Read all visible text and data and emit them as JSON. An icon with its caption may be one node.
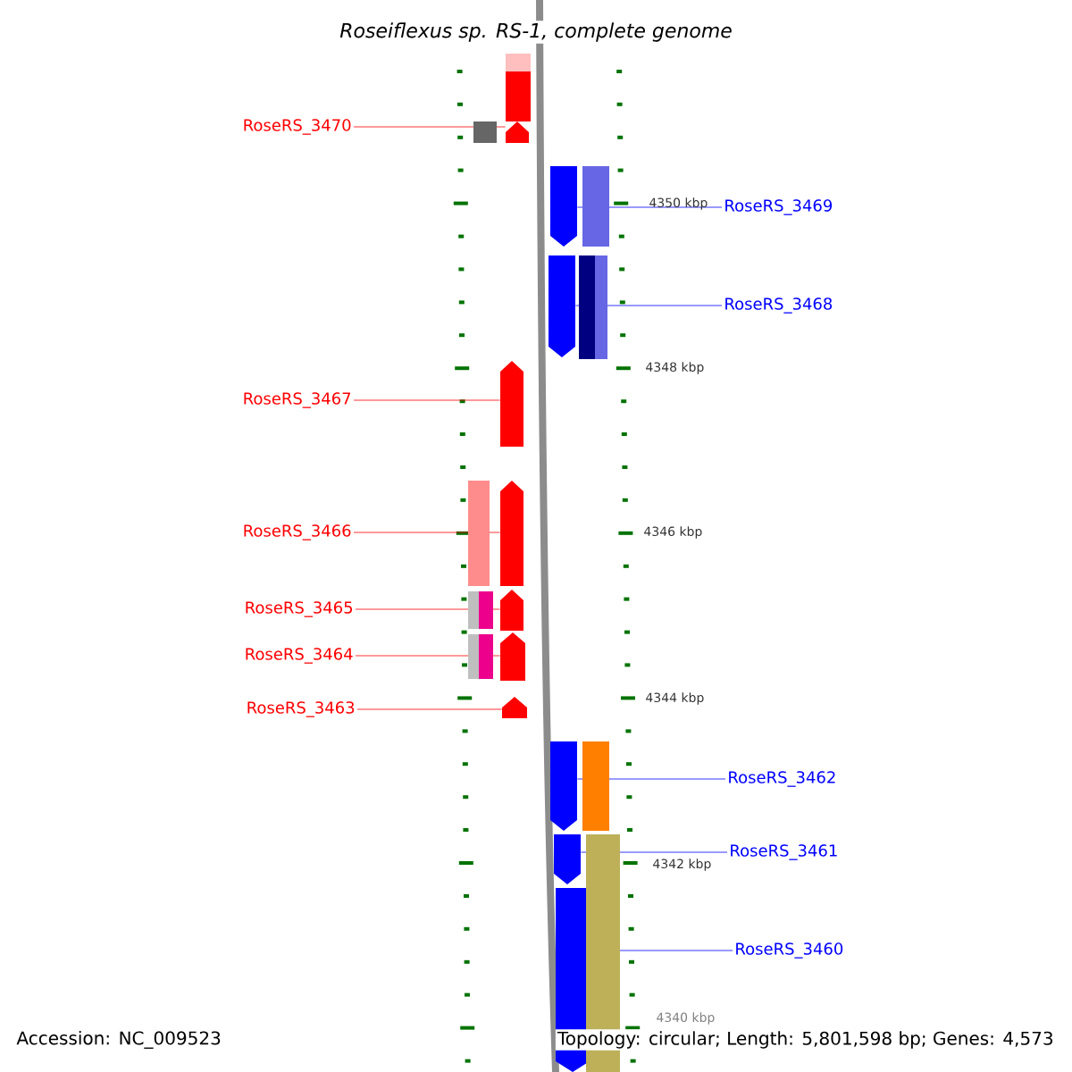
{
  "diagram": {
    "title": "Roseiflexus sp. RS-1, complete genome",
    "nodes": [
      {
        "text": [
          "RoseRS_3470"
        ]
      },
      {
        "text": [],
        "shape": "bar"
      },
      {
        "text": [],
        "shape": "bar"
      },
      {
        "text": [
          "RoseRS_3469"
        ]
      },
      {
        "text": [],
        "shape": "bar"
      },
      {
        "text": [
          "RoseRS_3468"
        ]
      },
      {
        "text": [
          "RoseRS_3467"
        ]
      },
      {
        "text": [],
        "shape": "bar"
      },
      {
        "text": [
          "RoseRS_3466"
        ]
      },
      {
        "text": [],
        "shape": "bar"
      },
      {
        "text": [
          "RoseRS_3465"
        ]
      },
      {
        "text": [],
        "shape": "bar"
      },
      {
        "text": [
          "RoseRS_3464"
        ]
      },
      {
        "text": [],
        "shape": "bar"
      },
      {
        "text": [
          "RoseRS_3463"
        ]
      },
      {
        "text": [],
        "shape": "bar"
      },
      {
        "text": [],
        "shape": "bar"
      },
      {
        "text": [
          "RoseRS_3462"
        ]
      },
      {
        "text": [],
        "shape": "bar"
      },
      {
        "text": [
          "RoseRS_3461"
        ]
      },
      {
        "text": [],
        "shape": "bar"
      },
      {
        "text": [
          "RoseRS_3460"
        ]
      }
    ],
    "edges": [
      {
        "from": 0,
        "to": 1,
        "arrow": "none"
      },
      {
        "from": 3,
        "to": 2,
        "arrow": "none",
        "color": "#0000ff"
      },
      {
        "from": 5,
        "to": 4,
        "arrow": "none",
        "color": "#0000ff"
      },
      {
        "from": 6,
        "to": 7,
        "arrow": "none"
      },
      {
        "from": 8,
        "to": 9,
        "arrow": "none"
      },
      {
        "from": 10,
        "to": 11,
        "arrow": "none"
      },
      {
        "from": 12,
        "to": 13,
        "arrow": "none"
      },
      {
        "from": 14,
        "to": 15,
        "arrow": "none"
      },
      {
        "from": 17,
        "to": 16,
        "arrow": "none",
        "color": "#0000ff"
      },
      {
        "from": 19,
        "to": 18,
        "arrow": "none",
        "color": "#0000ff"
      },
      {
        "from": 21,
        "to": 20,
        "arrow": "none",
        "color": "#0000ff"
      }
    ],
    "labels": [
      "4350 kbp",
      "4348 kbp",
      "4346 kbp",
      "4344 kbp",
      "4342 kbp",
      "4340 kbp",
      "Accession: NC_009523",
      "Topology: circular; Length: 5,801,598 bp; Genes: 4,573"
    ]
  }
}
